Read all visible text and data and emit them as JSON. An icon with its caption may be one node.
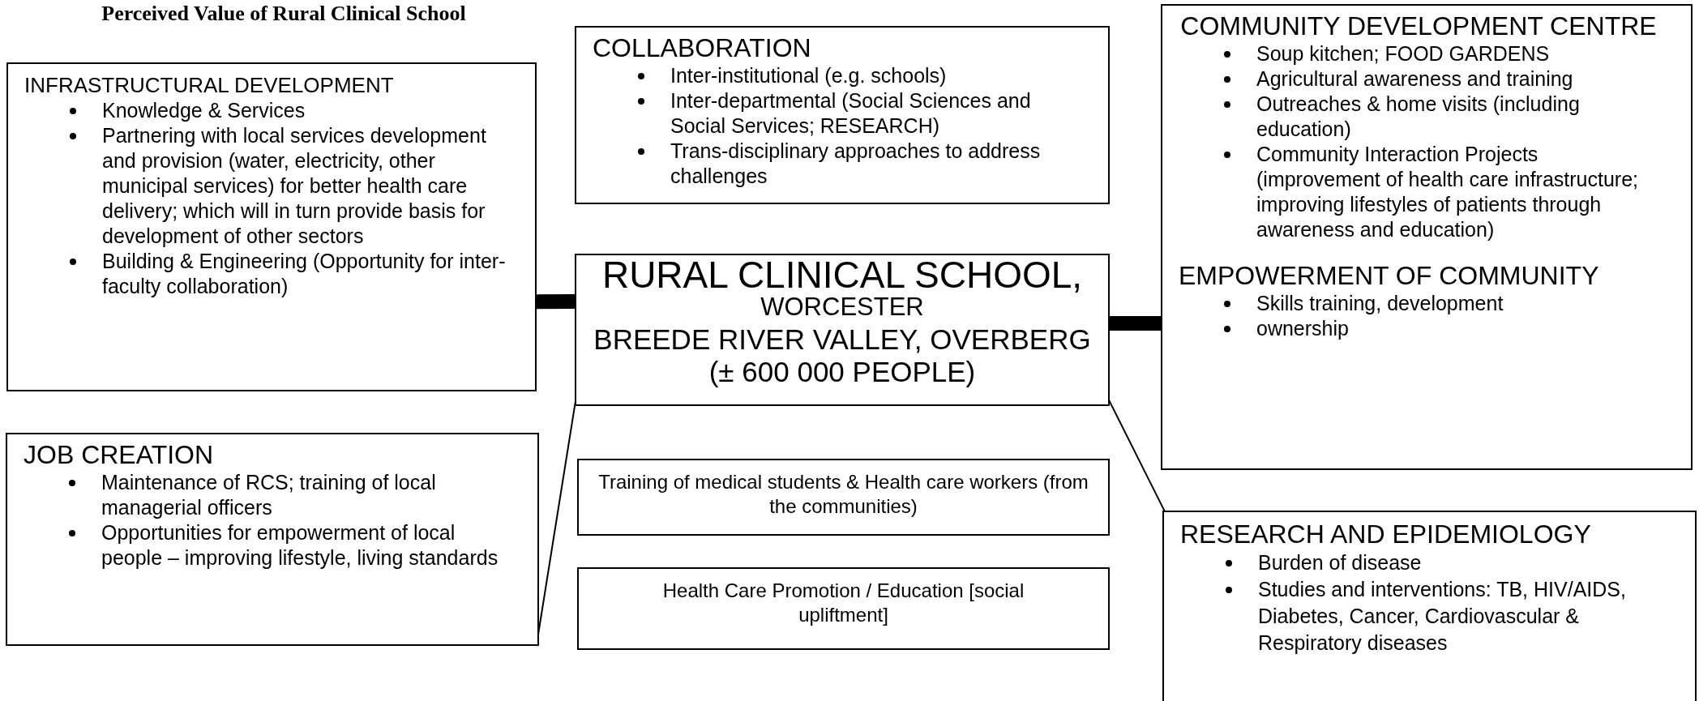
{
  "diagram": {
    "title": "Perceived Value of Rural Clinical School",
    "nodes": [
      {
        "text": [
          "INFRASTRUCTURAL DEVELOPMENT",
          "Knowledge & Services",
          "Partnering with local services development and provision (water, electricity, other municipal services) for better health care delivery; which will in turn provide basis for development of other sectors",
          "Building & Engineering (Opportunity for inter-faculty collaboration)"
        ]
      },
      {
        "text": [
          "COLLABORATION",
          "Inter-institutional (e.g. schools)",
          "Inter-departmental (Social Sciences and Social Services; RESEARCH)",
          "Trans-disciplinary approaches to address challenges"
        ]
      },
      {
        "text": [
          "RURAL CLINICAL SCHOOL,",
          "WORCESTER",
          "BREEDE RIVER VALLEY, OVERBERG",
          "(± 600 000 PEOPLE)"
        ]
      },
      {
        "text": [
          "COMMUNITY DEVELOPMENT CENTRE",
          "Soup kitchen; FOOD GARDENS",
          "Agricultural awareness and training",
          "Outreaches & home visits (including education)",
          "Community Interaction Projects (improvement of health care infrastructure; improving lifestyles of patients through awareness and education)",
          "EMPOWERMENT OF COMMUNITY",
          "Skills training, development",
          "ownership"
        ]
      },
      {
        "text": [
          "JOB CREATION",
          "Maintenance of RCS; training of local managerial officers",
          "Opportunities for empowerment of local people – improving lifestyle, living standards"
        ]
      },
      {
        "text": [
          "Training of medical students & Health care workers (from the communities)"
        ]
      },
      {
        "text": [
          "Health Care Promotion / Education [social upliftment]"
        ]
      },
      {
        "text": [
          "RESEARCH AND EPIDEMIOLOGY",
          "Burden of disease",
          "Studies and interventions: TB, HIV/AIDS, Diabetes, Cancer, Cardiovascular & Respiratory diseases"
        ]
      }
    ],
    "edges": [
      {
        "from": 0,
        "to": 2,
        "arrow": "none",
        "style": "thick"
      },
      {
        "from": 2,
        "to": 3,
        "arrow": "none",
        "style": "thick"
      },
      {
        "from": 2,
        "to": 4,
        "arrow": "none"
      },
      {
        "from": 2,
        "to": 7,
        "arrow": "none"
      }
    ]
  }
}
